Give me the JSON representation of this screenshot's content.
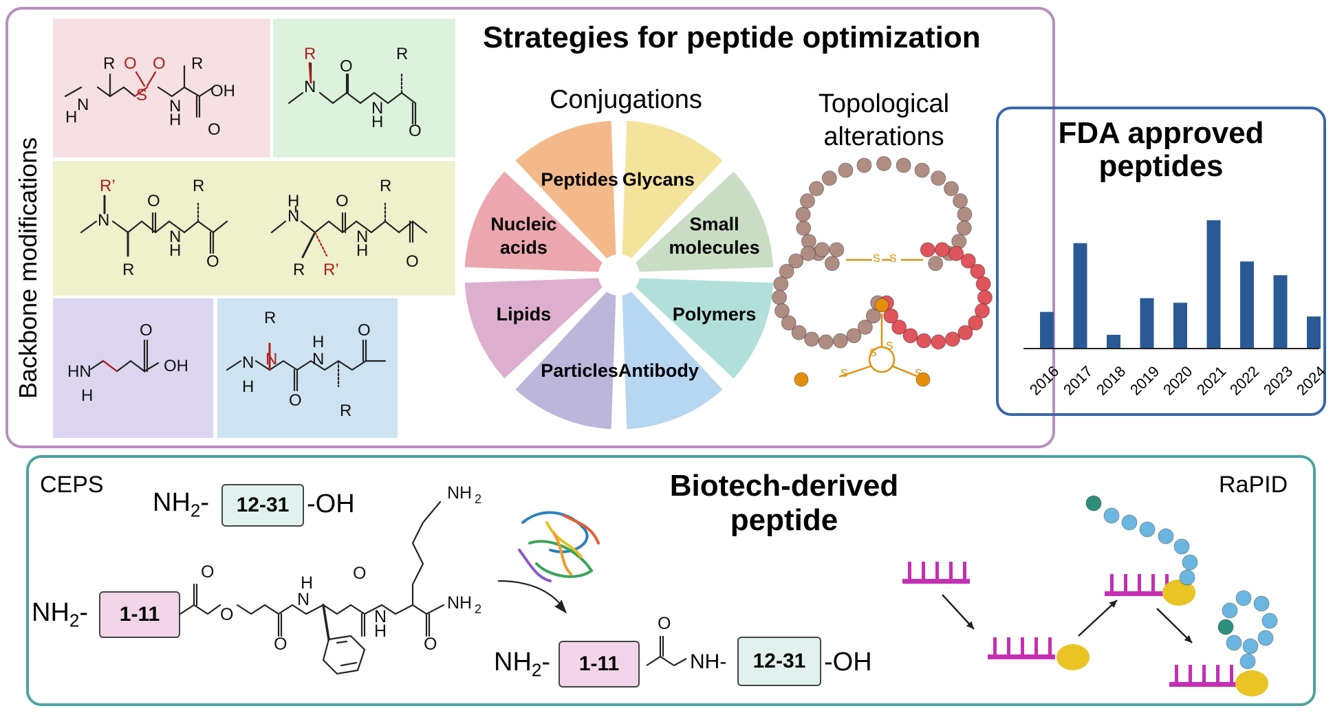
{
  "backbone": {
    "label": "Backbone modifications",
    "atoms": {
      "R": "R",
      "Rp": "R’",
      "H": "H",
      "N": "N",
      "O": "O",
      "S": "S",
      "OH": "OH",
      "HN": "HN"
    }
  },
  "strategies": {
    "title": "Strategies for peptide optimization",
    "conjugations_title": "Conjugations",
    "topological_title_line1": "Topological",
    "topological_title_line2": "alterations",
    "disulfide_label": "S",
    "sectors": [
      {
        "line1": "Peptides",
        "line2": "",
        "color": "#f4b98b"
      },
      {
        "line1": "Glycans",
        "line2": "",
        "color": "#f4e39a"
      },
      {
        "line1": "Small",
        "line2": "molecules",
        "color": "#c9ddc4"
      },
      {
        "line1": "Polymers",
        "line2": "",
        "color": "#b1e0da"
      },
      {
        "line1": "Antibody",
        "line2": "",
        "color": "#b6d6f2"
      },
      {
        "line1": "Particles",
        "line2": "",
        "color": "#bdb6db"
      },
      {
        "line1": "Lipids",
        "line2": "",
        "color": "#deaecf"
      },
      {
        "line1": "Nucleic",
        "line2": "acids",
        "color": "#eca6ad"
      }
    ]
  },
  "fda": {
    "title_line1": "FDA approved",
    "title_line2": "peptides"
  },
  "chart_data": {
    "type": "bar",
    "title": "FDA approved peptides",
    "categories": [
      "2016",
      "2017",
      "2018",
      "2019",
      "2020",
      "2021",
      "2022",
      "2023",
      "2024"
    ],
    "values": [
      8,
      23,
      3,
      11,
      10,
      28,
      19,
      16,
      7
    ],
    "color": "#2a5a96",
    "grid": false
  },
  "biotech": {
    "title_line1": "Biotech-derived",
    "title_line2": "peptide",
    "ceps": "CEPS",
    "rapid": "RaPID",
    "nh2": "NH",
    "sub2": "2",
    "dash": "-",
    "oh": "-OH",
    "nh": "NH",
    "frag_a": "1-11",
    "frag_b": "12-31"
  },
  "colors": {
    "top_frame": "#b98ec0",
    "fda_frame": "#3a66ad",
    "bottom_frame": "#4ba39f",
    "frag_a_fill": "#f2d5e8",
    "frag_b_fill": "#e1f2ee",
    "heteroatom_red": "#b31b1b",
    "rna": "#c42fb4",
    "enzyme": "#e9c423",
    "peptide_bead": "#6bb6e0",
    "start_bead": "#2f8f7c"
  }
}
